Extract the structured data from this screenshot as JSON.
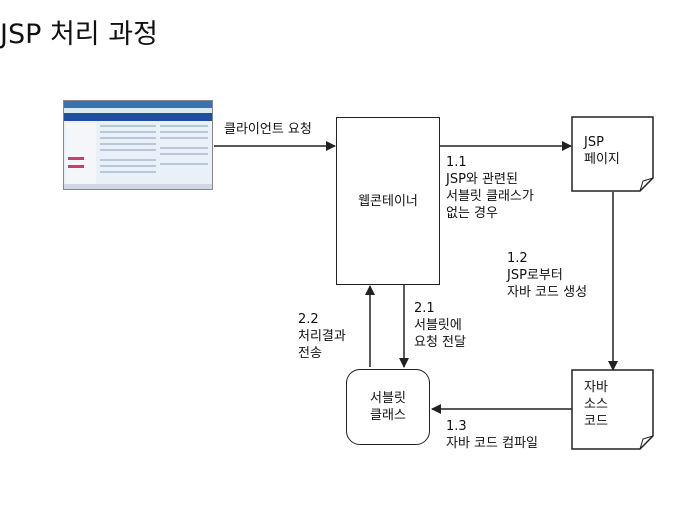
{
  "title": "JSP 처리 과정",
  "nodes": {
    "web_container": "웹콘테이너",
    "jsp_page": [
      "JSP",
      "페이지"
    ],
    "java_source": [
      "자바",
      "소스",
      "코드"
    ],
    "servlet_class": [
      "서블릿",
      "클래스"
    ]
  },
  "edges": {
    "client_request": "클라이언트 요청",
    "step_1_1": [
      "1.1",
      "JSP와 관련된",
      "서블릿 클래스가",
      "없는 경우"
    ],
    "step_1_2": [
      "1.2",
      "JSP로부터",
      "자바 코드 생성"
    ],
    "step_1_3": [
      "1.3",
      "자바 코드 컴파일"
    ],
    "step_2_1": [
      "2.1",
      "서블릿에",
      "요청 전달"
    ],
    "step_2_2": [
      "2.2",
      "처리결과",
      "전송"
    ]
  },
  "icons": {
    "browser": "browser-screenshot-icon",
    "cursor": "mouse-cursor-icon"
  }
}
